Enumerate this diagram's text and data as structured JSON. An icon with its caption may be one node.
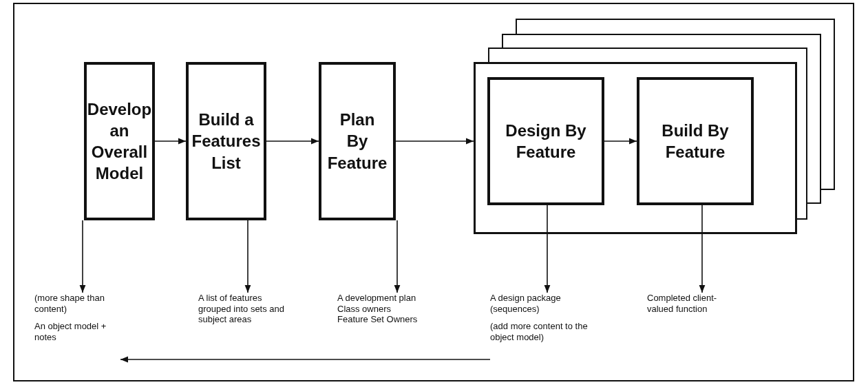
{
  "diagram": {
    "nodes": [
      {
        "text": [
          "Develop an Overall Model"
        ]
      },
      {
        "text": [
          "Build a Features List"
        ]
      },
      {
        "text": [
          "Plan By Feature"
        ]
      },
      {
        "text": [],
        "shape": "box"
      },
      {
        "text": [
          "Design By Feature"
        ],
        "in": 3
      },
      {
        "text": [
          "Build By Feature"
        ],
        "in": 3
      },
      {
        "text": [
          "(more shape than content)",
          "An object model + notes"
        ]
      },
      {
        "text": [
          "A list of features grouped into sets and subject areas"
        ]
      },
      {
        "text": [
          "A development plan",
          "Class owners",
          "Feature Set Owners"
        ]
      },
      {
        "text": [
          "A design package (sequences)",
          "(add more content to the object model)"
        ]
      },
      {
        "text": [
          "Completed client-valued function"
        ]
      }
    ],
    "edges": [
      {
        "from": 0,
        "to": 1,
        "arrow": "to"
      },
      {
        "from": 1,
        "to": 2,
        "arrow": "to"
      },
      {
        "from": 2,
        "to": 3,
        "arrow": "to"
      },
      {
        "from": 4,
        "to": 5,
        "arrow": "to"
      },
      {
        "from": 0,
        "to": 6,
        "arrow": "to"
      },
      {
        "from": 1,
        "to": 7,
        "arrow": "to"
      },
      {
        "from": 2,
        "to": 8,
        "arrow": "to"
      },
      {
        "from": 4,
        "to": 9,
        "arrow": "to"
      },
      {
        "from": 5,
        "to": 10,
        "arrow": "to"
      },
      {
        "from": 9,
        "to": 6,
        "arrow": "to"
      }
    ]
  }
}
